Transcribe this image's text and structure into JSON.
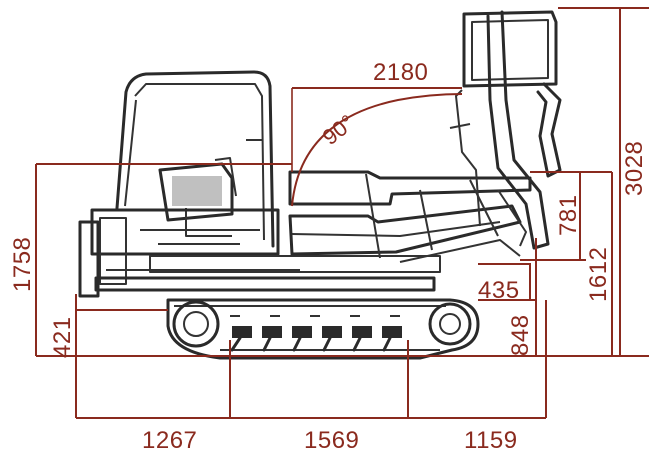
{
  "dimensions": {
    "dump_reach": "2180",
    "tilt_angle": "90°",
    "max_height": "3028",
    "cab_height": "1758",
    "bed_depth": "781",
    "raised_clearance": "1612",
    "dump_clearance": "435",
    "bed_height": "848",
    "ground_clearance": "421",
    "rear_overhang": "1267",
    "track_length": "1569",
    "front_overhang": "1159"
  },
  "colors": {
    "dimension_lines": "#8a2a1e",
    "machine_lines": "#2a2a2a"
  }
}
